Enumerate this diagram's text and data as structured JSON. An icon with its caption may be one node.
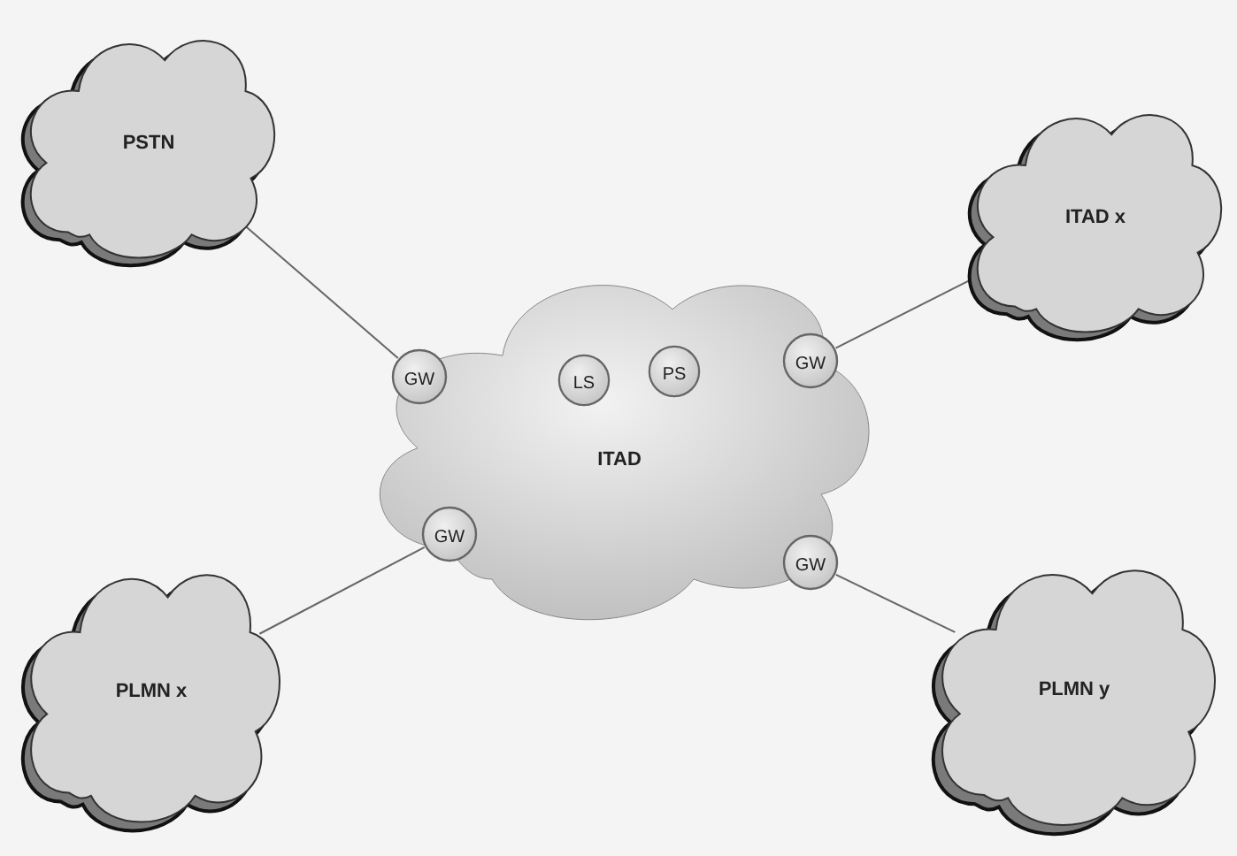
{
  "diagram": {
    "nodes": [
      {
        "text": [
          "PSTN"
        ]
      },
      {
        "text": [
          "ITAD x"
        ]
      },
      {
        "text": [
          "ITAD"
        ]
      },
      {
        "text": [
          "GW"
        ],
        "in": 2
      },
      {
        "text": [
          "LS"
        ],
        "in": 2
      },
      {
        "text": [
          "PS"
        ],
        "in": 2
      },
      {
        "text": [
          "GW"
        ],
        "in": 2
      },
      {
        "text": [
          "GW"
        ],
        "in": 2
      },
      {
        "text": [
          "GW"
        ],
        "in": 2
      },
      {
        "text": [
          "PLMN x"
        ]
      },
      {
        "text": [
          "PLMN y"
        ]
      }
    ],
    "edges": [
      {
        "from": 0,
        "to": 3,
        "arrow": "none"
      },
      {
        "from": 1,
        "to": 6,
        "arrow": "none"
      },
      {
        "from": 9,
        "to": 7,
        "arrow": "none"
      },
      {
        "from": 10,
        "to": 8,
        "arrow": "none"
      }
    ]
  }
}
